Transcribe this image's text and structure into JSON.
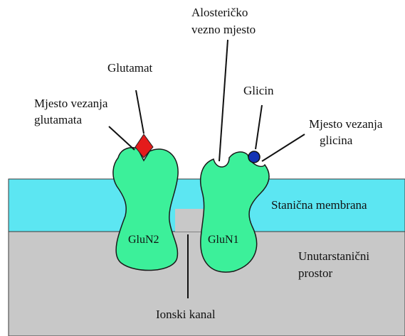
{
  "labels": {
    "allosteric_line1": "Alosteričko",
    "allosteric_line2": "vezno mjesto",
    "glutamate": "Glutamat",
    "glutamate_site_line1": "Mjesto vezanja",
    "glutamate_site_line2": "glutamata",
    "glycine": "Glicin",
    "glycine_site_line1": "Mjesto vezanja",
    "glycine_site_line2": "glicina",
    "membrane": "Stanična membrana",
    "intracellular_line1": "Unutarstanični",
    "intracellular_line2": "prostor",
    "ion_channel": "Ionski kanal",
    "subunit_left": "GluN2",
    "subunit_right": "GluN1"
  },
  "colors": {
    "membrane": "#5ce6f2",
    "intracellular": "#c8c8c8",
    "subunit": "#3cf09a",
    "glutamate": "#e41b1b",
    "glycine": "#1433b4"
  }
}
